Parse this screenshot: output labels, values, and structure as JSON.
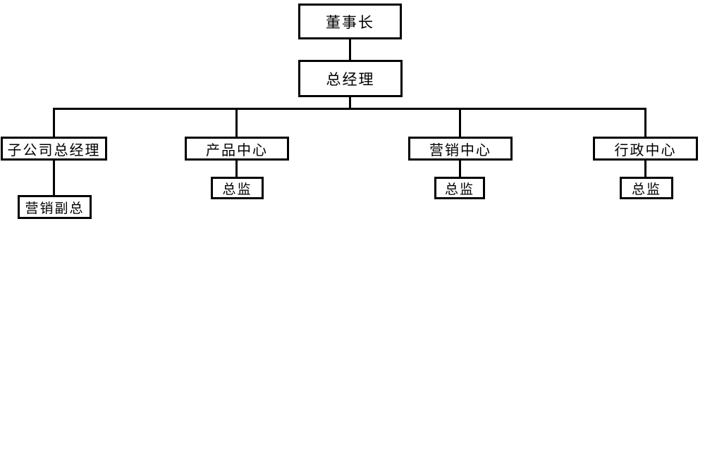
{
  "diagram": {
    "type": "org-chart",
    "background_color": "#ffffff",
    "line_color": "#000000",
    "box_border_color": "#000000",
    "text_color": "#000000",
    "nodes": {
      "chairman": "董事长",
      "general_manager": "总经理",
      "branches": [
        {
          "label": "子公司总经理",
          "child": "营销副总"
        },
        {
          "label": "产品中心",
          "child": "总监"
        },
        {
          "label": "营销中心",
          "child": "总监"
        },
        {
          "label": "行政中心",
          "child": "总监"
        }
      ]
    }
  }
}
